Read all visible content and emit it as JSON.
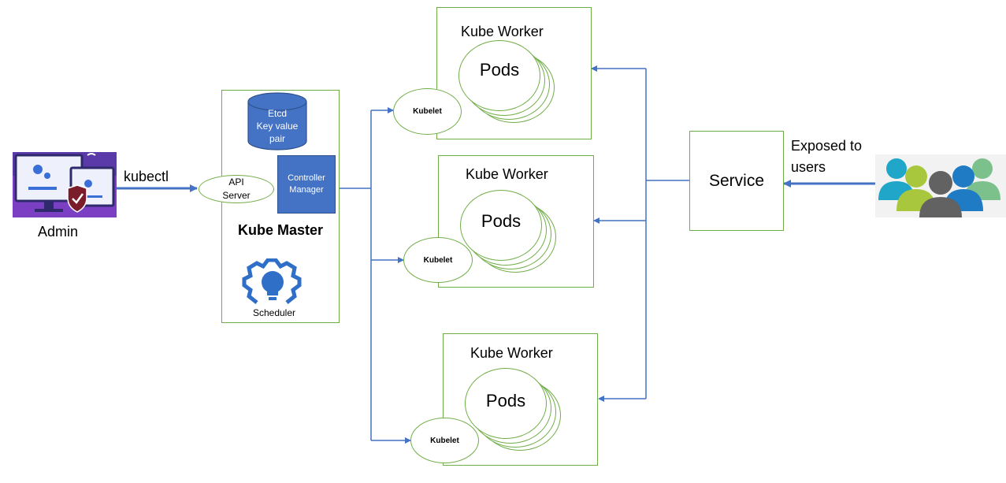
{
  "admin": {
    "label": "Admin",
    "icon": "admin-computers-icon"
  },
  "kubectl": {
    "label": "kubectl"
  },
  "master": {
    "title": "Kube Master",
    "etcd_lines": [
      "Etcd",
      "Key value",
      "pair"
    ],
    "api_server_lines": [
      "API",
      "Server"
    ],
    "controller_lines": [
      "Controller",
      "Manager"
    ],
    "scheduler": "Scheduler",
    "scheduler_icon": "gear-bulb-icon"
  },
  "workers": [
    {
      "title": "Kube Worker",
      "pods": "Pods",
      "kubelet": "Kubelet"
    },
    {
      "title": "Kube Worker",
      "pods": "Pods",
      "kubelet": "Kubelet"
    },
    {
      "title": "Kube Worker",
      "pods": "Pods",
      "kubelet": "Kubelet"
    }
  ],
  "service": {
    "label": "Service"
  },
  "exposed": {
    "lines": [
      "Exposed to",
      "users"
    ],
    "icon": "users-group-icon"
  },
  "colors": {
    "border": "#70ad47",
    "arrow": "#4472c4",
    "blue": "#4472c4",
    "purple": "#7b3fc4"
  }
}
